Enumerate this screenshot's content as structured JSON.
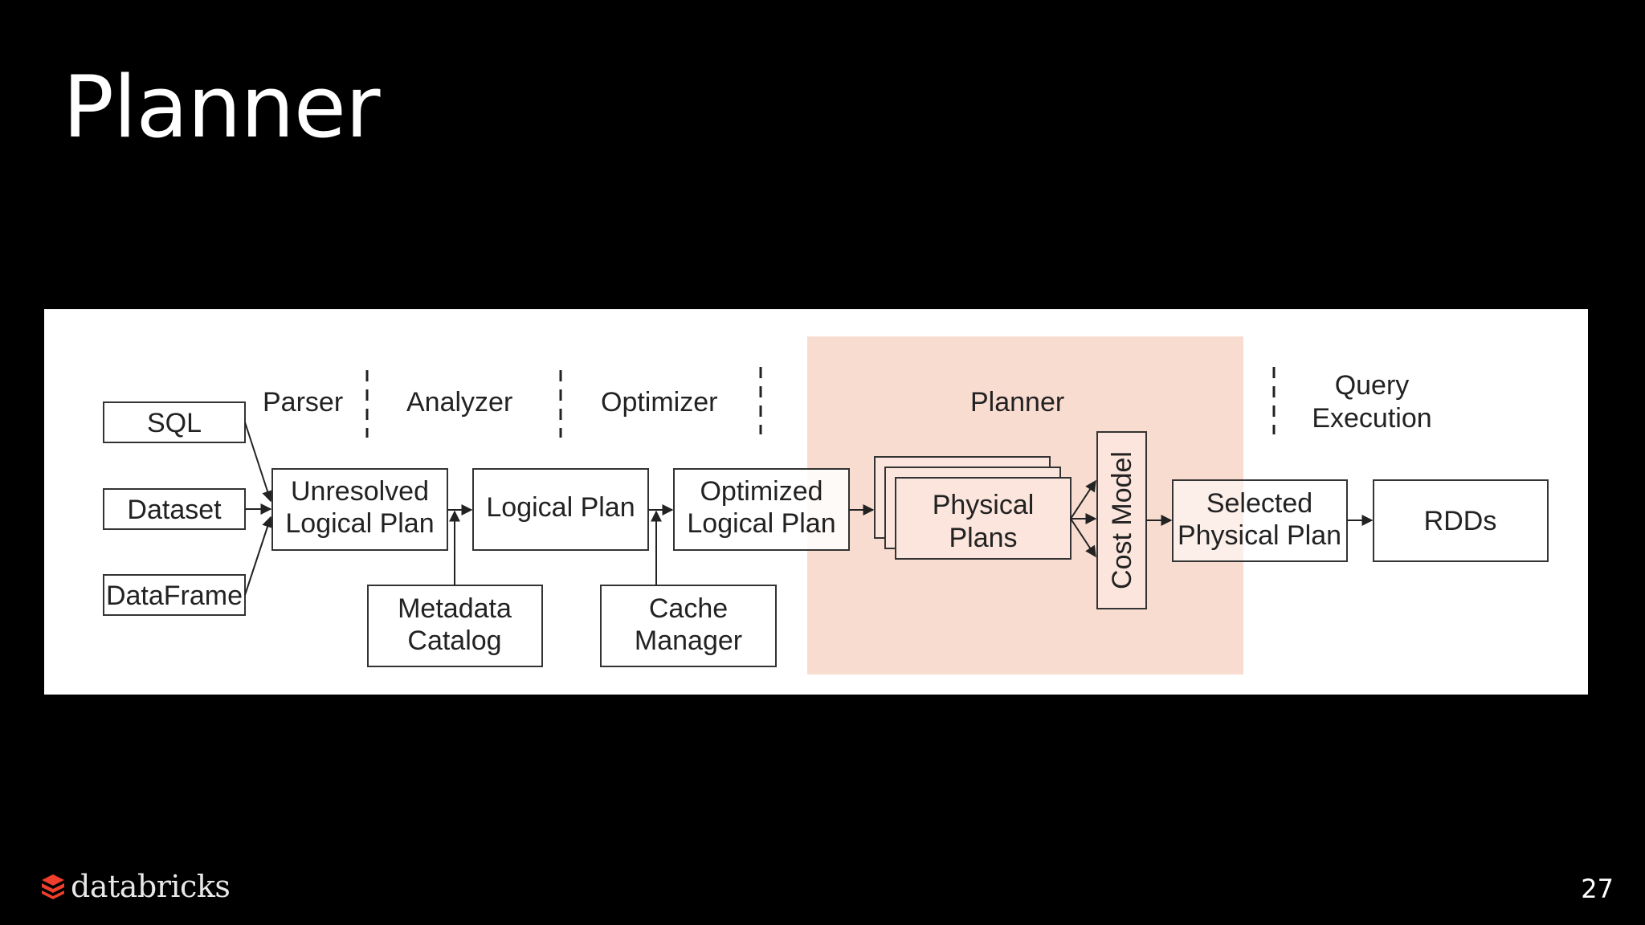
{
  "slide": {
    "title": "Planner",
    "page_number": "27",
    "brand": "databricks"
  },
  "diagram": {
    "stages": {
      "parser": "Parser",
      "analyzer": "Analyzer",
      "optimizer": "Optimizer",
      "planner": "Planner",
      "query_execution_line1": "Query",
      "query_execution_line2": "Execution"
    },
    "inputs": {
      "sql": "SQL",
      "dataset": "Dataset",
      "dataframe": "DataFrame"
    },
    "nodes": {
      "unresolved_line1": "Unresolved",
      "unresolved_line2": "Logical Plan",
      "logical_plan": "Logical Plan",
      "optimized_line1": "Optimized",
      "optimized_line2": "Logical Plan",
      "physical_line1": "Physical",
      "physical_line2": "Plans",
      "cost_model": "Cost Model",
      "selected_line1": "Selected",
      "selected_line2": "Physical Plan",
      "rdds": "RDDs",
      "metadata_line1": "Metadata",
      "metadata_line2": "Catalog",
      "cache_line1": "Cache",
      "cache_line2": "Manager"
    },
    "colors": {
      "highlight": "#f9dcd0",
      "stroke": "#333333"
    },
    "icons": [
      "databricks-logo-icon"
    ]
  }
}
